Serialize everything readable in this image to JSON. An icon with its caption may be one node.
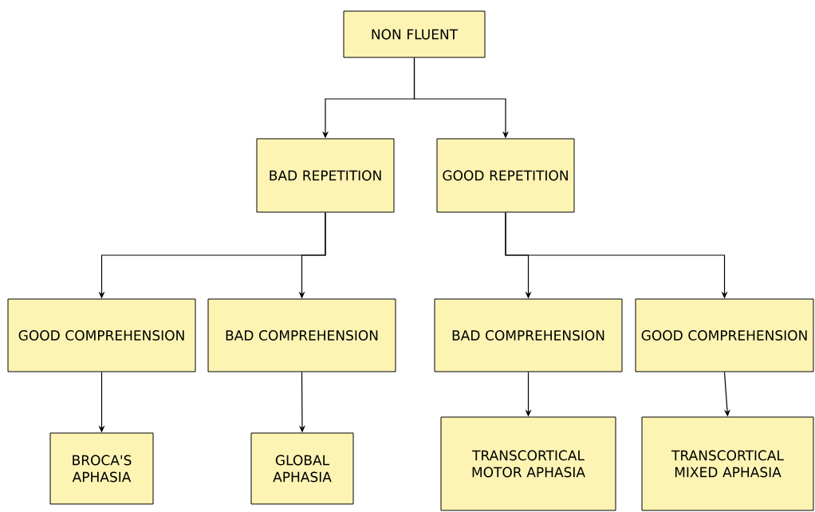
{
  "diagram": {
    "nodes": [
      {
        "text": [
          "NON FLUENT"
        ]
      },
      {
        "text": [
          "BAD REPETITION"
        ]
      },
      {
        "text": [
          "GOOD REPETITION"
        ]
      },
      {
        "text": [
          "GOOD COMPREHENSION"
        ]
      },
      {
        "text": [
          "BAD COMPREHENSION"
        ]
      },
      {
        "text": [
          "BAD COMPREHENSION"
        ]
      },
      {
        "text": [
          "GOOD COMPREHENSION"
        ]
      },
      {
        "text": [
          "BROCA'S APHASIA"
        ]
      },
      {
        "text": [
          "GLOBAL APHASIA"
        ]
      },
      {
        "text": [
          "TRANSCORTICAL MOTOR APHASIA"
        ]
      },
      {
        "text": [
          "TRANSCORTICAL MIXED APHASIA"
        ]
      }
    ],
    "edges": [
      {
        "from": 0,
        "to": 1,
        "arrow": "to"
      },
      {
        "from": 0,
        "to": 2,
        "arrow": "to"
      },
      {
        "from": 1,
        "to": 3,
        "arrow": "to"
      },
      {
        "from": 1,
        "to": 4,
        "arrow": "to"
      },
      {
        "from": 2,
        "to": 5,
        "arrow": "to"
      },
      {
        "from": 2,
        "to": 6,
        "arrow": "to"
      },
      {
        "from": 3,
        "to": 7,
        "arrow": "to"
      },
      {
        "from": 4,
        "to": 8,
        "arrow": "to"
      },
      {
        "from": 5,
        "to": 9,
        "arrow": "to"
      },
      {
        "from": 6,
        "to": 10,
        "arrow": "to"
      }
    ]
  }
}
